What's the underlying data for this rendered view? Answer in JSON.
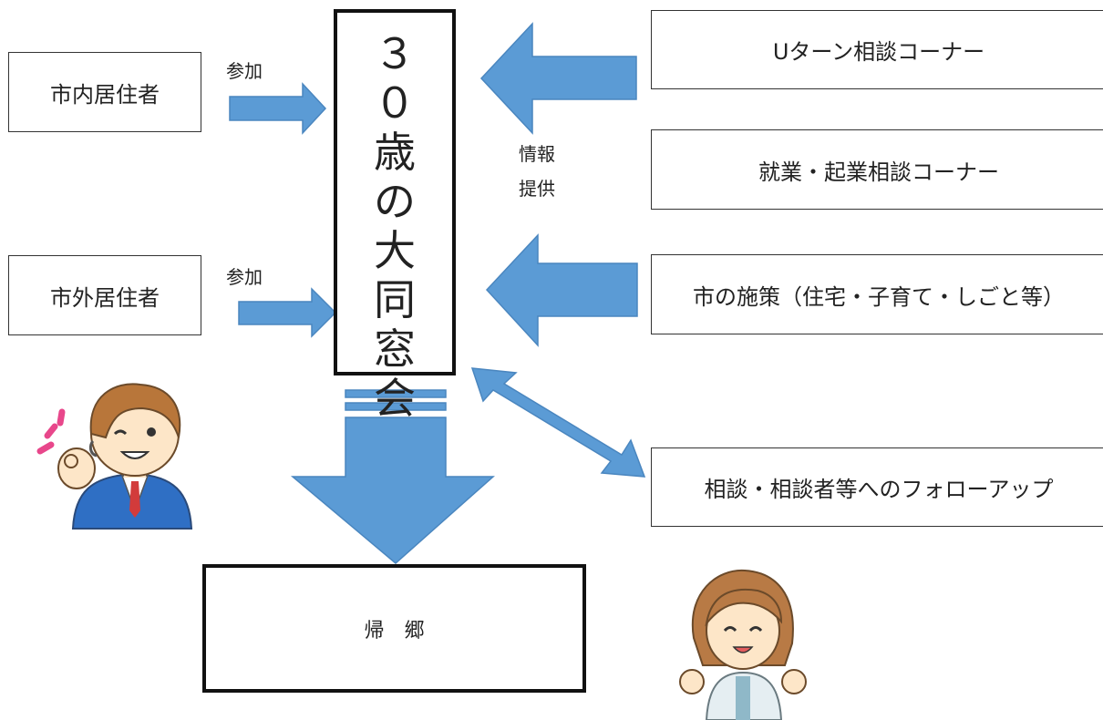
{
  "center": {
    "chars": [
      "３",
      "０",
      "歳",
      "の",
      "大",
      "同",
      "窓",
      "会"
    ]
  },
  "left": {
    "resident_in": "市内居住者",
    "resident_out": "市外居住者",
    "join_label_1": "参加",
    "join_label_2": "参加"
  },
  "right": {
    "uturn": "Uターン相談コーナー",
    "employment": "就業・起業相談コーナー",
    "policy": "市の施策（住宅・子育て・しごと等）",
    "followup": "相談・相談者等へのフォローアップ"
  },
  "info_label": [
    "情報",
    "提供"
  ],
  "bottom": {
    "return_home": "帰　郷"
  },
  "colors": {
    "arrow_fill": "#5b9bd5",
    "arrow_stroke": "#4a86bf"
  },
  "illustrations": [
    "man-ok-sign-illustration",
    "woman-cheering-illustration"
  ]
}
